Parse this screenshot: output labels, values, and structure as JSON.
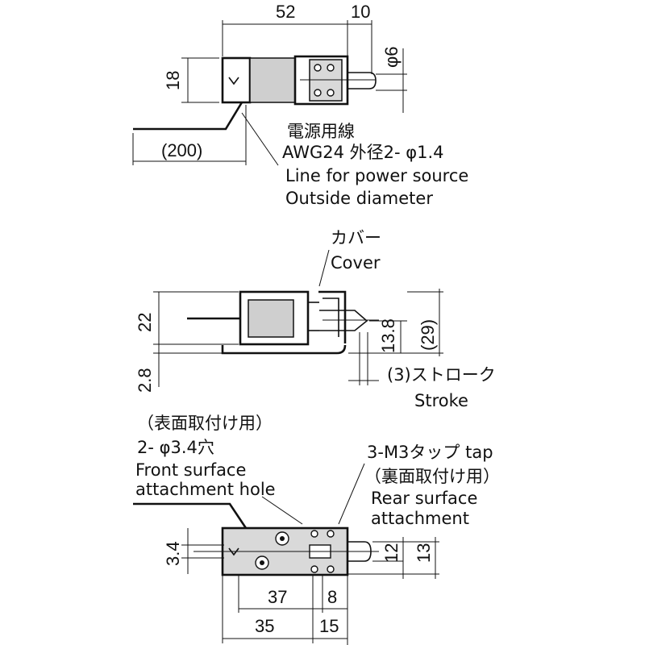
{
  "top_view": {
    "dim_width": "52",
    "dim_plunger": "10",
    "dim_dia": "φ6",
    "dim_height": "18",
    "dim_lead": "(200)",
    "lead_note_ja": "電源用線",
    "lead_note_awg": "AWG24 外径2- φ1.4",
    "lead_note_en1": "Line for power source",
    "lead_note_en2": "Outside diameter"
  },
  "side_view": {
    "cover_ja": "カバー",
    "cover_en": "Cover",
    "dim_22": "22",
    "dim_28": "2.8",
    "dim_138": "13.8",
    "dim_29": "(29)",
    "stroke_ja": "(3)ストローク",
    "stroke_en": "Stroke"
  },
  "bottom_view": {
    "front_ja1": "（表面取付け用）",
    "front_ja2": "2- φ3.4穴",
    "front_en1": "Front surface",
    "front_en2": "attachment hole",
    "tap_ja": "3-M3タップ  tap",
    "rear_ja": "（裏面取付け用）",
    "rear_en1": "Rear surface",
    "rear_en2": "attachment",
    "dim_34": "3.4",
    "dim_12": "12",
    "dim_13": "13",
    "dim_37": "37",
    "dim_8": "8",
    "dim_35": "35",
    "dim_15": "15"
  }
}
